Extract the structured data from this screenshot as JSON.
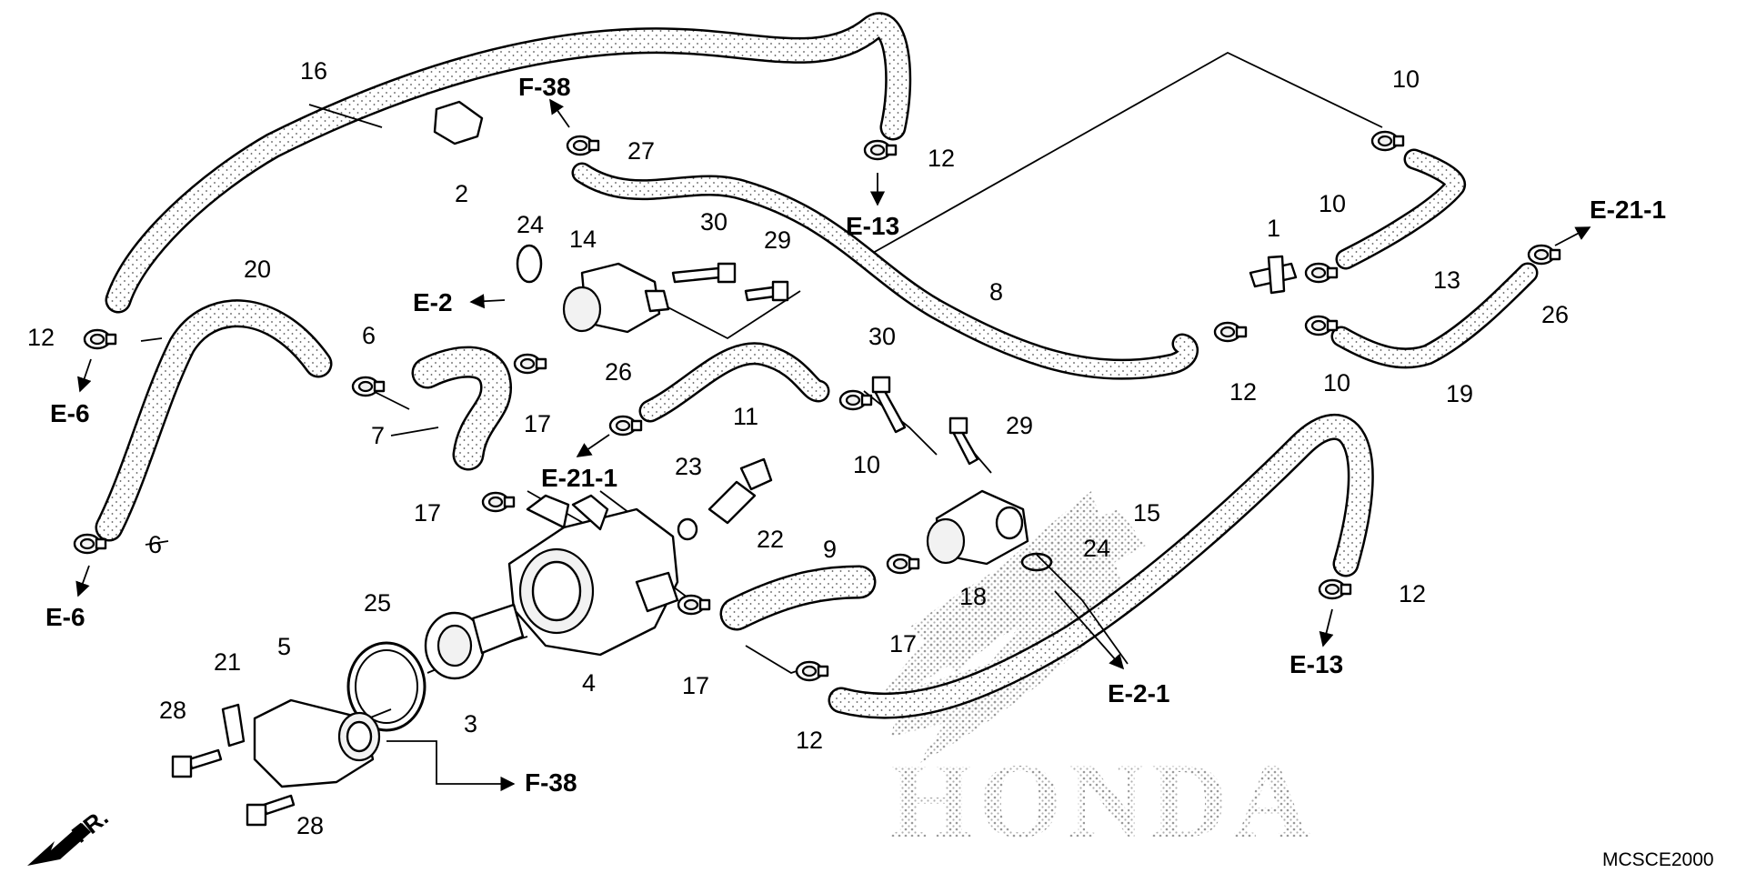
{
  "diagram_code": "MCSCE2000",
  "front_marker": "FR.",
  "watermark": "HONDA",
  "part_labels": [
    {
      "id": "1",
      "text": "1"
    },
    {
      "id": "2",
      "text": "2"
    },
    {
      "id": "3",
      "text": "3"
    },
    {
      "id": "4",
      "text": "4"
    },
    {
      "id": "5",
      "text": "5"
    },
    {
      "id": "6a",
      "text": "6"
    },
    {
      "id": "6b",
      "text": "6"
    },
    {
      "id": "7",
      "text": "7"
    },
    {
      "id": "8",
      "text": "8"
    },
    {
      "id": "9",
      "text": "9"
    },
    {
      "id": "10a",
      "text": "10"
    },
    {
      "id": "10b",
      "text": "10"
    },
    {
      "id": "10c",
      "text": "10"
    },
    {
      "id": "10d",
      "text": "10"
    },
    {
      "id": "11",
      "text": "11"
    },
    {
      "id": "12a",
      "text": "12"
    },
    {
      "id": "12b",
      "text": "12"
    },
    {
      "id": "12c",
      "text": "12"
    },
    {
      "id": "12d",
      "text": "12"
    },
    {
      "id": "12e",
      "text": "12"
    },
    {
      "id": "13",
      "text": "13"
    },
    {
      "id": "14",
      "text": "14"
    },
    {
      "id": "15",
      "text": "15"
    },
    {
      "id": "16",
      "text": "16"
    },
    {
      "id": "17a",
      "text": "17"
    },
    {
      "id": "17b",
      "text": "17"
    },
    {
      "id": "17c",
      "text": "17"
    },
    {
      "id": "17d",
      "text": "17"
    },
    {
      "id": "18",
      "text": "18"
    },
    {
      "id": "19",
      "text": "19"
    },
    {
      "id": "20",
      "text": "20"
    },
    {
      "id": "21",
      "text": "21"
    },
    {
      "id": "22",
      "text": "22"
    },
    {
      "id": "23",
      "text": "23"
    },
    {
      "id": "24a",
      "text": "24"
    },
    {
      "id": "24b",
      "text": "24"
    },
    {
      "id": "25",
      "text": "25"
    },
    {
      "id": "26a",
      "text": "26"
    },
    {
      "id": "26b",
      "text": "26"
    },
    {
      "id": "27",
      "text": "27"
    },
    {
      "id": "28a",
      "text": "28"
    },
    {
      "id": "28b",
      "text": "28"
    },
    {
      "id": "29a",
      "text": "29"
    },
    {
      "id": "29b",
      "text": "29"
    },
    {
      "id": "30a",
      "text": "30"
    },
    {
      "id": "30b",
      "text": "30"
    }
  ],
  "references": [
    {
      "id": "F38a",
      "text": "F-38"
    },
    {
      "id": "F38b",
      "text": "F-38"
    },
    {
      "id": "E13a",
      "text": "E-13"
    },
    {
      "id": "E13b",
      "text": "E-13"
    },
    {
      "id": "E2",
      "text": "E-2"
    },
    {
      "id": "E211a",
      "text": "E-21-1"
    },
    {
      "id": "E211b",
      "text": "E-21-1"
    },
    {
      "id": "E6a",
      "text": "E-6"
    },
    {
      "id": "E6b",
      "text": "E-6"
    },
    {
      "id": "E21",
      "text": "E-2-1"
    }
  ]
}
